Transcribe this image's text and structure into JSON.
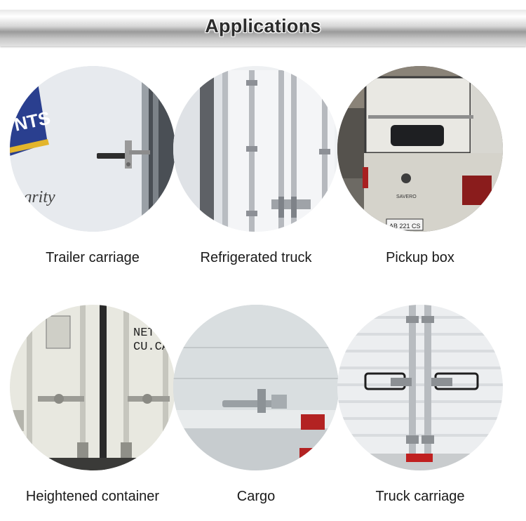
{
  "header": {
    "title": "Applications"
  },
  "items": [
    {
      "caption": "Trailer carriage",
      "logo_text": "NTS",
      "script_text": "tegrity"
    },
    {
      "caption": "Refrigerated truck"
    },
    {
      "caption": "Pickup box",
      "brand_text": "SAVERO",
      "plate_text": "AB 221 CS"
    },
    {
      "caption": "Heightened container",
      "stencil_line1": "NET.",
      "stencil_line2": "CU.CAP."
    },
    {
      "caption": "Cargo"
    },
    {
      "caption": "Truck carriage"
    }
  ]
}
